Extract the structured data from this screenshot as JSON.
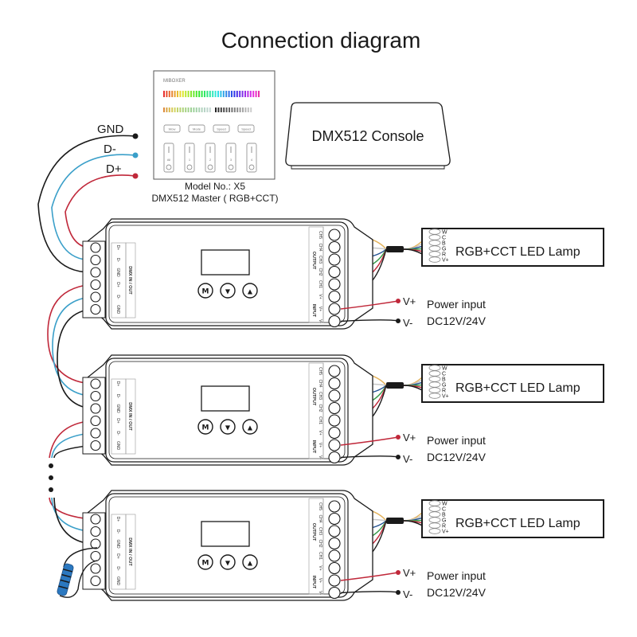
{
  "title": "Connection diagram",
  "bus_labels": {
    "gnd": "GND",
    "d_minus": "D-",
    "d_plus": "D+"
  },
  "colors": {
    "gnd": "#1a1a1a",
    "d_minus": "#3a9fc9",
    "d_plus": "#c0283a",
    "w": "#e3b25b",
    "c": "#c8c8c8",
    "b": "#1f4f8f",
    "g": "#3a9a4a",
    "r": "#c0283a",
    "vplus": "#1a1a1a",
    "resistor": "#2b78c0"
  },
  "master_panel": {
    "brand": "MIBOXER",
    "buttons": [
      "Wow",
      "Mode",
      "Speed",
      "Speed"
    ],
    "zone_labels": [
      "All",
      "1",
      "2",
      "3",
      "4"
    ],
    "model_line": "Model No.: X5",
    "desc_line": "DMX512 Master ( RGB+CCT)"
  },
  "console": {
    "label": "DMX512 Console"
  },
  "decoder": {
    "dmx_header": "DMX IN / OUT",
    "dmx_pins": [
      "D+",
      "D-",
      "GND",
      "D+",
      "D-",
      "GND"
    ],
    "output_header": "OUTPUT",
    "output_pins": [
      "CH5",
      "CH4",
      "CH3",
      "CH2",
      "CH1",
      "V+"
    ],
    "input_header": "INPUT",
    "input_pins": [
      "V+",
      "V-"
    ],
    "buttons": [
      {
        "name": "mode",
        "label": "M"
      },
      {
        "name": "down",
        "label": "▼"
      },
      {
        "name": "up",
        "label": "▲"
      }
    ]
  },
  "units": [
    {
      "lamp_label": "RGB+CCT LED Lamp",
      "vplus": "V+",
      "vminus": "V-",
      "power_line1": "Power input",
      "power_line2": "DC12V/24V"
    },
    {
      "lamp_label": "RGB+CCT LED Lamp",
      "vplus": "V+",
      "vminus": "V-",
      "power_line1": "Power input",
      "power_line2": "DC12V/24V"
    },
    {
      "lamp_label": "RGB+CCT LED Lamp",
      "vplus": "V+",
      "vminus": "V-",
      "power_line1": "Power input",
      "power_line2": "DC12V/24V"
    }
  ],
  "lamp_pins": [
    "W",
    "C",
    "B",
    "G",
    "R",
    "V+"
  ]
}
